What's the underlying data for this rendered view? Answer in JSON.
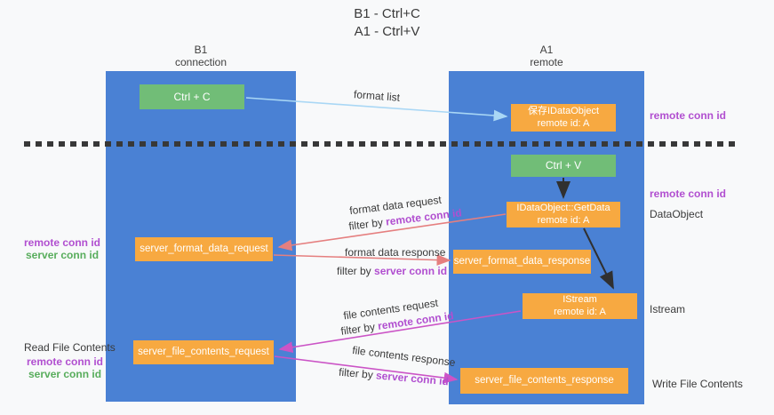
{
  "title": {
    "line1": "B1 - Ctrl+C",
    "line2": "A1 - Ctrl+V"
  },
  "lanes": {
    "left": {
      "name": "B1",
      "role": "connection"
    },
    "right": {
      "name": "A1",
      "role": "remote"
    }
  },
  "nodes": {
    "ctrl_c": "Ctrl + C",
    "ctrl_v": "Ctrl + V",
    "save_dataobject": {
      "line1": "保存IDataObject",
      "line2": "remote id: A"
    },
    "getdata": {
      "line1": "IDataObject::GetData",
      "line2": "remote id: A"
    },
    "istream": {
      "line1": "IStream",
      "line2": "remote id: A"
    },
    "format_request": "server_format_data_request",
    "format_response": "server_format_data_response",
    "file_request": "server_file_contents_request",
    "file_response": "server_file_contents_response"
  },
  "arrow_labels": {
    "format_list": "format list",
    "format_data_request": "format data request",
    "format_data_response": "format data response",
    "file_contents_request": "file contents request",
    "file_contents_response": "file contents response",
    "filter_by": "filter by ",
    "remote_conn_id": "remote conn id",
    "server_conn_id": "server conn id"
  },
  "side_labels": {
    "left": {
      "remote_conn_id": "remote conn id",
      "server_conn_id": "server conn id",
      "read_file_contents": "Read File Contents"
    },
    "right": {
      "remote_conn_id_top": "remote conn id",
      "remote_conn_id_mid": "remote conn id",
      "dataobject": "DataObject",
      "istream": "Istream",
      "write_file_contents": "Write File Contents"
    }
  },
  "colors": {
    "lane_blue": "#4a81d4",
    "node_orange": "#f7a941",
    "node_green": "#71bd77",
    "label_purple": "#b14fd0",
    "label_green": "#58ad5c",
    "arrow_salmon": "#e57f7f",
    "arrow_magenta": "#cb54c6",
    "arrow_lightblue": "#a9d7f5",
    "arrow_black": "#303030",
    "dashed_divider": "#383838",
    "background": "#f8f9fa"
  }
}
